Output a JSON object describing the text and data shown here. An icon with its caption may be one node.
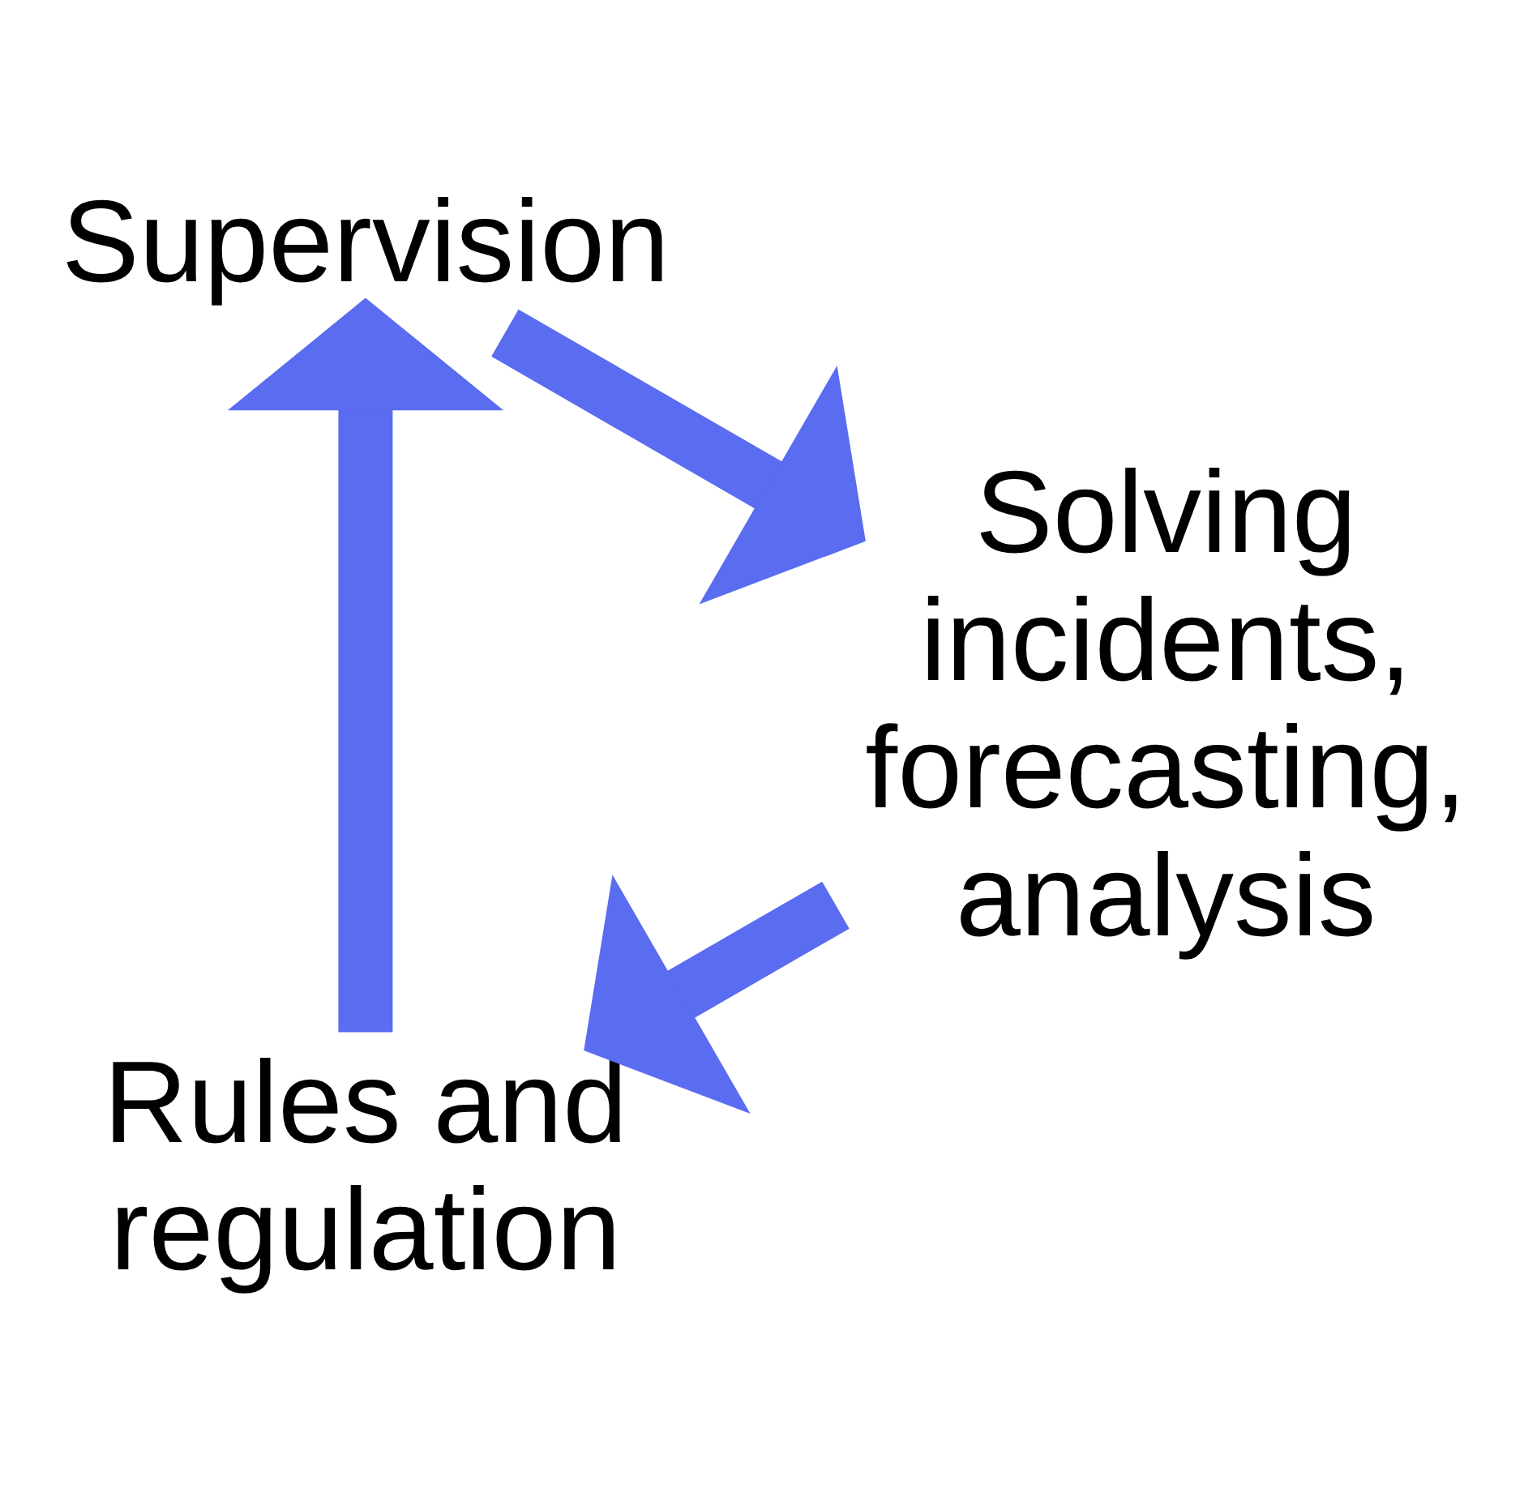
{
  "diagram": {
    "nodes": [
      {
        "text": [
          "Rules and regulation"
        ]
      },
      {
        "text": [
          "Supervision"
        ]
      },
      {
        "text": [
          "Solving incidents, forecasting, analysis"
        ]
      }
    ],
    "edges": [
      {
        "from": 0,
        "to": 1,
        "arrow": "to"
      },
      {
        "from": 1,
        "to": 2,
        "arrow": "to"
      },
      {
        "from": 2,
        "to": 0,
        "arrow": "to"
      }
    ]
  }
}
